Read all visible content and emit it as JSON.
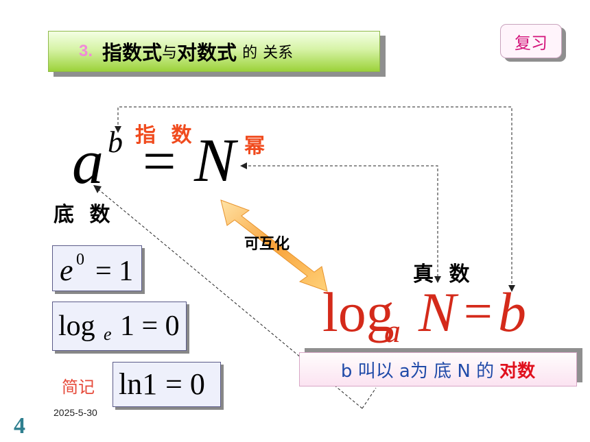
{
  "title": {
    "number": "3.",
    "part1": "指数式",
    "joiner": "与",
    "part2": "对数式",
    "part3": "的",
    "part4": "关系"
  },
  "review_button": "复习",
  "exp_form": {
    "base": "a",
    "exponent": "b",
    "equals": "=",
    "result": "N"
  },
  "labels": {
    "exponent": "指 数",
    "power": "幂",
    "base": "底 数",
    "interchange": "可互化",
    "true_number": "真 数"
  },
  "log_form": {
    "log": "log",
    "sub": "a",
    "arg": "N",
    "equals": "=",
    "value": "b"
  },
  "caption": {
    "text": "b 叫以 a为 底 N 的",
    "highlight": "对数"
  },
  "examples": [
    {
      "lhs": "e",
      "sup": "0",
      "rhs": "= 1"
    },
    {
      "lhs": "log",
      "sub": "e",
      "rhs": "1 = 0"
    },
    {
      "lhs": "ln1",
      "rhs": "= 0"
    }
  ],
  "abbr_label": "简记",
  "date": "2025-5-30",
  "page_number": "4",
  "colors": {
    "accent_red": "#d42a1a",
    "label_orange": "#f04b1e",
    "caption_blue": "#1f4aa8",
    "title_green": "#9cd23a",
    "review_pink": "#d3137a"
  }
}
